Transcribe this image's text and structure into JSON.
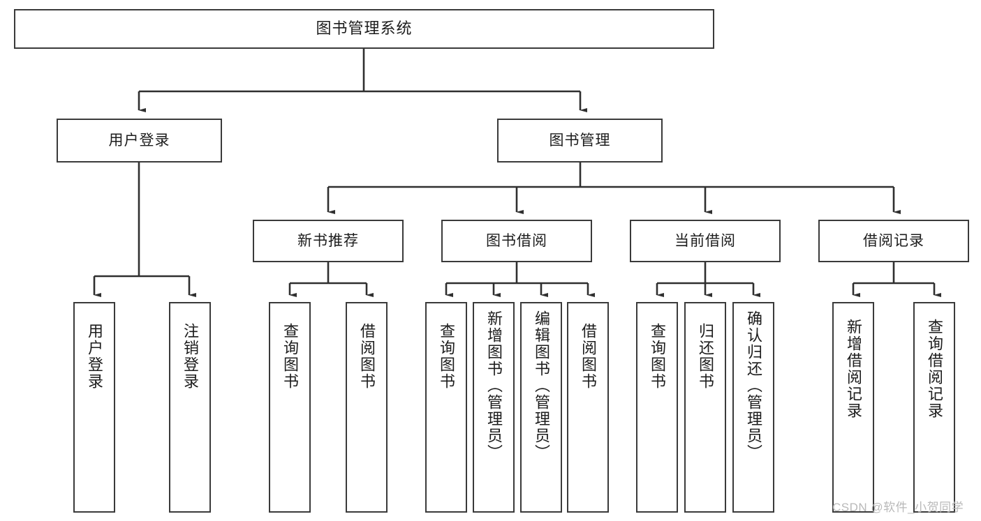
{
  "diagram": {
    "type": "tree-hierarchy",
    "title": "图书管理系统",
    "root": {
      "label": "图书管理系统"
    },
    "level2": [
      {
        "label": "用户登录"
      },
      {
        "label": "图书管理"
      }
    ],
    "level3": [
      {
        "label": "新书推荐"
      },
      {
        "label": "图书借阅"
      },
      {
        "label": "当前借阅"
      },
      {
        "label": "借阅记录"
      }
    ],
    "leaves": {
      "user_login": [
        {
          "label": "用户登录"
        },
        {
          "label": "注销登录"
        }
      ],
      "new_book_recommend": [
        {
          "label": "查询图书"
        },
        {
          "label": "借阅图书"
        }
      ],
      "book_borrow": [
        {
          "label": "查询图书"
        },
        {
          "label": "新增图书（管理员）"
        },
        {
          "label": "编辑图书（管理员）"
        },
        {
          "label": "借阅图书"
        }
      ],
      "current_borrow": [
        {
          "label": "查询图书"
        },
        {
          "label": "归还图书"
        },
        {
          "label": "确认归还（管理员）"
        }
      ],
      "borrow_records": [
        {
          "label": "新增借阅记录"
        },
        {
          "label": "查询借阅记录"
        }
      ]
    }
  },
  "watermark": {
    "text": "CSDN @软件_小贺同学"
  },
  "colors": {
    "box_border": "#3a3a3a",
    "box_fill": "#ffffff",
    "text": "#1c1c1c",
    "line": "#2f2f2f",
    "watermark": "#b9b9b9"
  }
}
